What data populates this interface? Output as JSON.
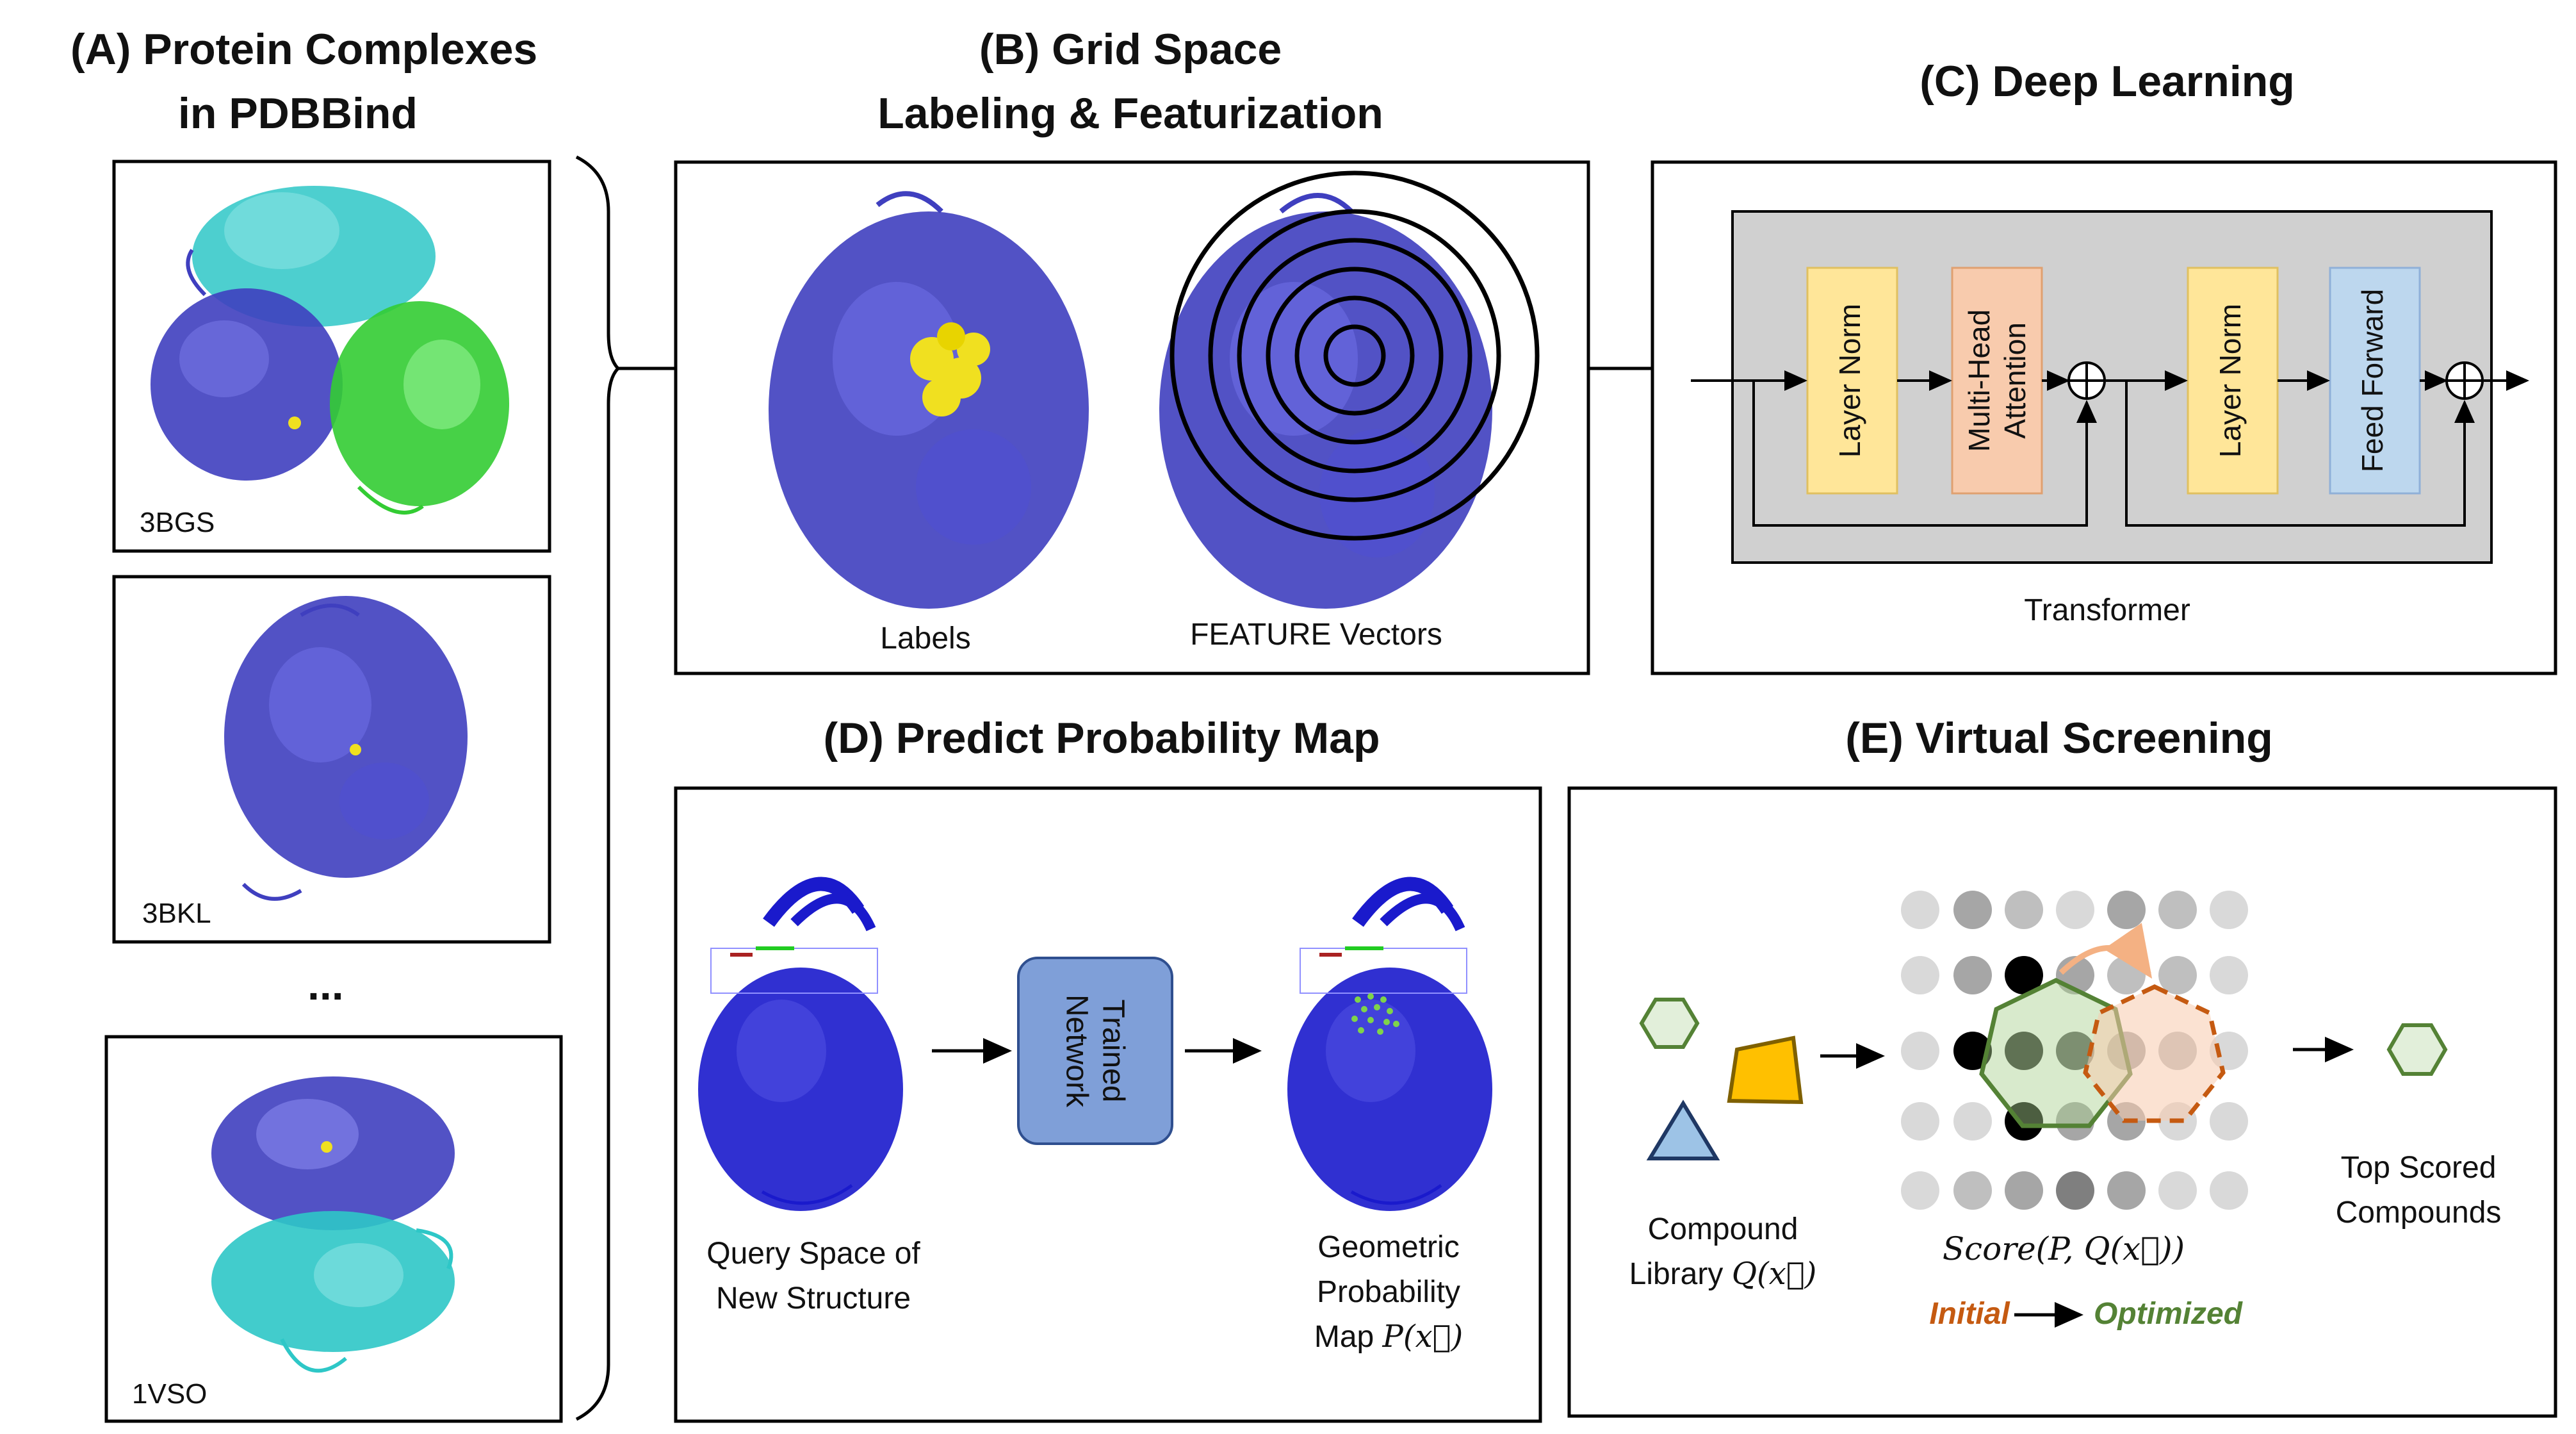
{
  "panel_a": {
    "title_line1": "(A)  Protein Complexes",
    "title_line2": "in PDBBind",
    "ids": [
      "3BGS",
      "3BKL",
      "1VSO"
    ],
    "ellipsis": "..."
  },
  "panel_b": {
    "title_line1": "(B) Grid Space",
    "title_line2": "Labeling & Featurization",
    "label_left": "Labels",
    "label_right": "FEATURE Vectors"
  },
  "panel_c": {
    "title": "(C) Deep Learning",
    "block1": "Layer Norm",
    "block2_line1": "Multi-Head",
    "block2_line2": "Attention",
    "block3": "Layer Norm",
    "block4": "Feed Forward",
    "caption": "Transformer"
  },
  "panel_d": {
    "title": "(D) Predict Probability Map",
    "network_line1": "Trained",
    "network_line2": "Network",
    "left_line1": "Query Space of",
    "left_line2": "New Structure",
    "right_line1": "Geometric",
    "right_line2": "Probability",
    "right_line3_text": "Map ",
    "right_line3_math": "P(x⃗)"
  },
  "panel_e": {
    "title": "(E) Virtual Screening",
    "lib_line1": "Compound",
    "lib_line2_text": "Library ",
    "lib_line2_math": "Q(x⃗)",
    "score": "Score(P, Q(x⃗))",
    "initial": "Initial",
    "optimized": "Optimized",
    "top_line1": "Top Scored",
    "top_line2": "Compounds"
  },
  "colors": {
    "protein_blue": "#3f3fbf",
    "protein_cyan": "#2ec7c7",
    "protein_green": "#33cc33",
    "ligand_yellow": "#f0e020",
    "layer_norm": "#ffe699",
    "attention": "#f8cbad",
    "feed_forward": "#bdd7ee",
    "transformer_bg": "#d0d0d0",
    "network_box": "#7f9fd8",
    "initial_orange": "#c55a11",
    "optimized_green": "#548235"
  }
}
